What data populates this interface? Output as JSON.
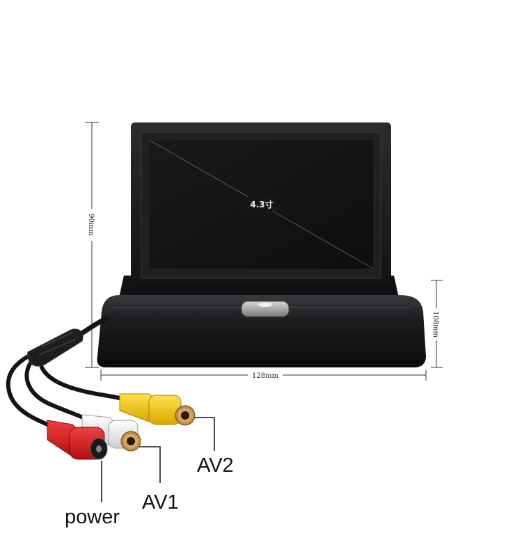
{
  "product": {
    "screen_size_label": "4.3寸"
  },
  "dimensions": {
    "height_label": "90mm",
    "width_label": "128mm",
    "base_height_label": "108mm"
  },
  "connectors": {
    "power_label": "power",
    "av1_label": "AV1",
    "av2_label": "AV2",
    "colors": {
      "power": "#d81e1e",
      "av1": "#f2f2f2",
      "av2": "#f5c400",
      "housing": "#1c1c1e"
    }
  }
}
